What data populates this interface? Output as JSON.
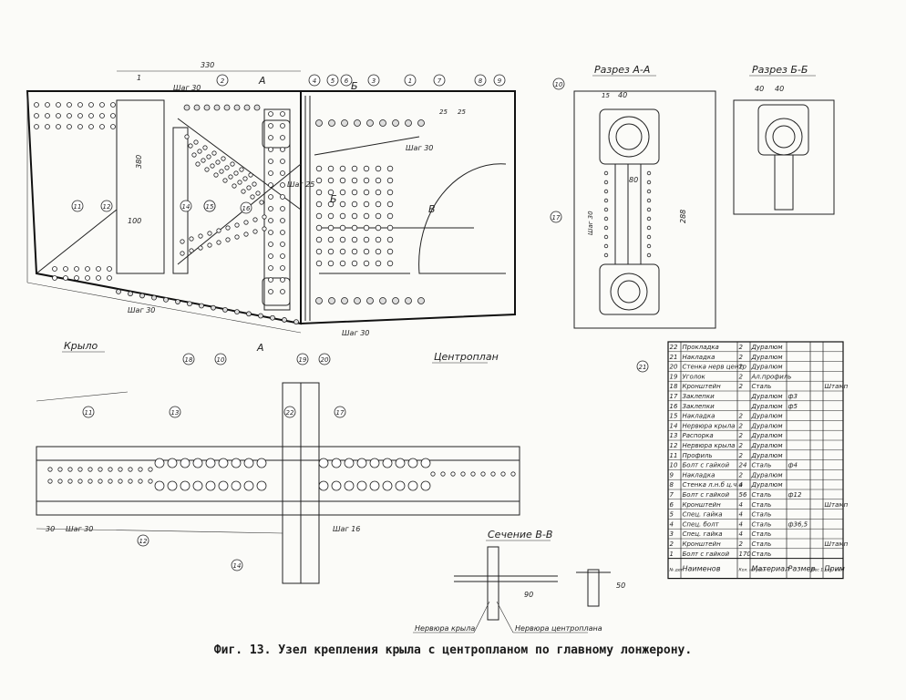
{
  "section_titles": {
    "aa": "Разрез А-А",
    "bb": "Разрез Б-Б",
    "vv": "Сечение В-В"
  },
  "region_labels": {
    "wing": "Крыло",
    "center": "Центроплан",
    "rib_wing": "Нервюра крыла",
    "rib_center": "Нервюра центроплана"
  },
  "dimensions": {
    "d330": "330",
    "step30a": "Шаг 30",
    "step30b": "Шаг 30",
    "step30c": "Шаг 30",
    "step30d": "Шаг 30",
    "step25": "Шаг 25",
    "step16": "Шаг 16",
    "d380": "380",
    "d100": "100",
    "d15": "15",
    "d40a": "40",
    "d40b": "40",
    "d40c": "40",
    "d80": "80",
    "d288": "288",
    "d25a": "25",
    "d25b": "25",
    "d30": "30",
    "d90": "90",
    "d50": "50"
  },
  "markers": {
    "A1": "А",
    "A2": "А",
    "B1": "Б",
    "B2": "Б",
    "V": "В",
    "one": "1"
  },
  "callouts": [
    "1",
    "2",
    "3",
    "4",
    "5",
    "6",
    "7",
    "8",
    "9",
    "10",
    "11",
    "12",
    "13",
    "14",
    "15",
    "16",
    "17",
    "18",
    "19",
    "20",
    "21",
    "22"
  ],
  "parts_table": {
    "headers": [
      "№ дет",
      "Наименов",
      "Кол. на узел",
      "Материал",
      "Размер",
      "Вес 1 дет. в кг",
      "Прим"
    ],
    "rows": [
      [
        "22",
        "Прокладка",
        "2",
        "Дуралюм",
        "",
        "",
        ""
      ],
      [
        "21",
        "Накладка",
        "2",
        "Дуралюм",
        "",
        "",
        ""
      ],
      [
        "20",
        "Стенка нерв центр",
        "2",
        "Дуралюм",
        "",
        "",
        ""
      ],
      [
        "19",
        "Уголок",
        "2",
        "Ал.профиль",
        "",
        "",
        ""
      ],
      [
        "18",
        "Кронштейн",
        "2",
        "Сталь",
        "",
        "",
        "Штамп"
      ],
      [
        "17",
        "Заклепки",
        "",
        "Дуралюм",
        "ф3",
        "",
        ""
      ],
      [
        "16",
        "Заклепки",
        "",
        "Дуралюм",
        "ф5",
        "",
        ""
      ],
      [
        "15",
        "Накладка",
        "2",
        "Дуралюм",
        "",
        "",
        ""
      ],
      [
        "14",
        "Нервюра крыла",
        "2",
        "Дуралюм",
        "",
        "",
        ""
      ],
      [
        "13",
        "Распорка",
        "2",
        "Дуралюм",
        "",
        "",
        ""
      ],
      [
        "12",
        "Нервюра крыла",
        "2",
        "Дуралюм",
        "",
        "",
        ""
      ],
      [
        "11",
        "Профиль",
        "2",
        "Дуралюм",
        "",
        "",
        ""
      ],
      [
        "10",
        "Болт с гайкой",
        "24",
        "Сталь",
        "ф4",
        "",
        ""
      ],
      [
        "9",
        "Накладка",
        "2",
        "Дуралюм",
        "",
        "",
        ""
      ],
      [
        "8",
        "Стенка л.н.б ц.ч.а",
        "4",
        "Дуралюм",
        "",
        "",
        ""
      ],
      [
        "7",
        "Болт с гайкой",
        "56",
        "Сталь",
        "ф12",
        "",
        ""
      ],
      [
        "6",
        "Кронштейн",
        "4",
        "Сталь",
        "",
        "",
        "Штамп"
      ],
      [
        "5",
        "Спец. гайка",
        "4",
        "Сталь",
        "",
        "",
        ""
      ],
      [
        "4",
        "Спец. болт",
        "4",
        "Сталь",
        "ф36,5",
        "",
        ""
      ],
      [
        "3",
        "Спец. гайка",
        "4",
        "Сталь",
        "",
        "",
        ""
      ],
      [
        "2",
        "Кронштейн",
        "2",
        "Сталь",
        "",
        "",
        "Штамп"
      ],
      [
        "1",
        "Болт с гайкой",
        "170",
        "Сталь",
        "",
        "",
        ""
      ]
    ]
  },
  "caption": "Фиг. 13. Узел крепления крыла с центропланом по главному лонжерону."
}
